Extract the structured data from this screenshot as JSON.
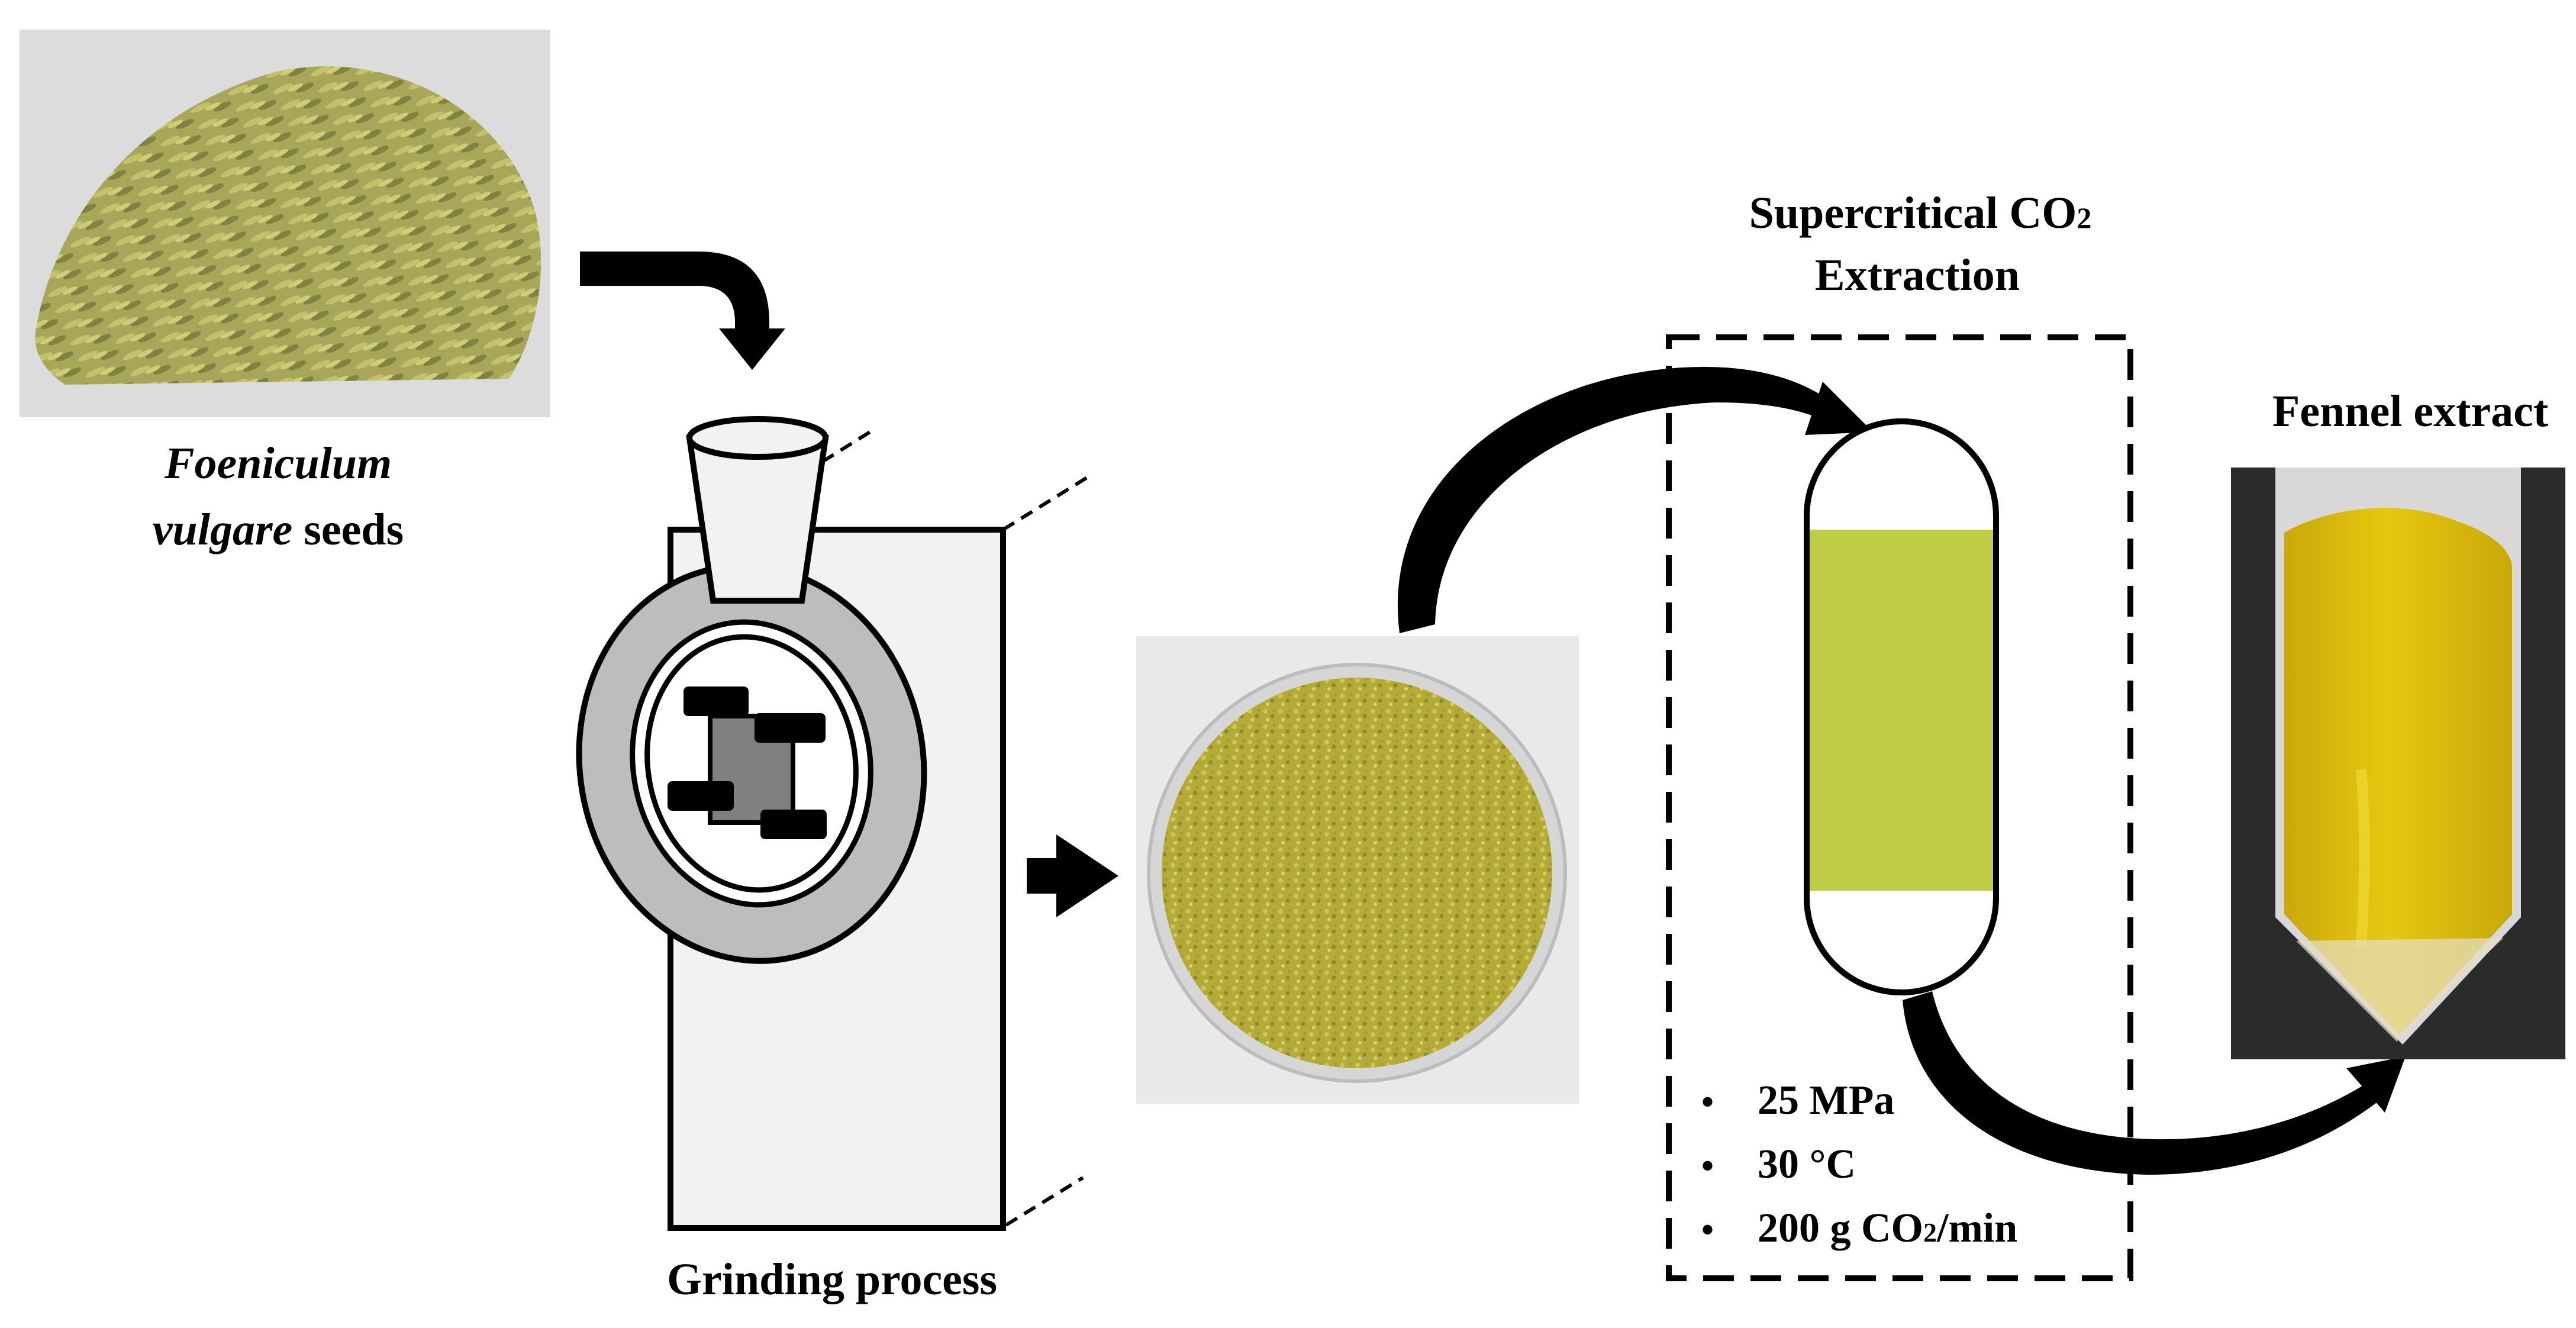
{
  "labels": {
    "seeds_line1": "Foeniculum",
    "seeds_line2_italic": "vulgare",
    "seeds_line2_rest": " seeds",
    "grinding": "Grinding process",
    "sfe_line1": "Supercritical CO",
    "sfe_line1_sub": "2",
    "sfe_line2": "Extraction",
    "extract": "Fennel extract"
  },
  "conditions": [
    {
      "text": "25 MPa"
    },
    {
      "text": "30 °C"
    },
    {
      "text_main": "200 g CO",
      "text_sub": "2",
      "text_rest": "/min"
    }
  ],
  "bullet_glyph": "•",
  "colors": {
    "seed_green": "#9aa34a",
    "ground_yellow": "#b8b23a",
    "column_fill": "#bfcc45",
    "extract_yellow": "#e0c20c",
    "grinder_ring": "#bdbdbd",
    "grinder_body": "#f2f2f2",
    "blade_center": "#808080",
    "petri_bg": "#e9e9e9"
  }
}
